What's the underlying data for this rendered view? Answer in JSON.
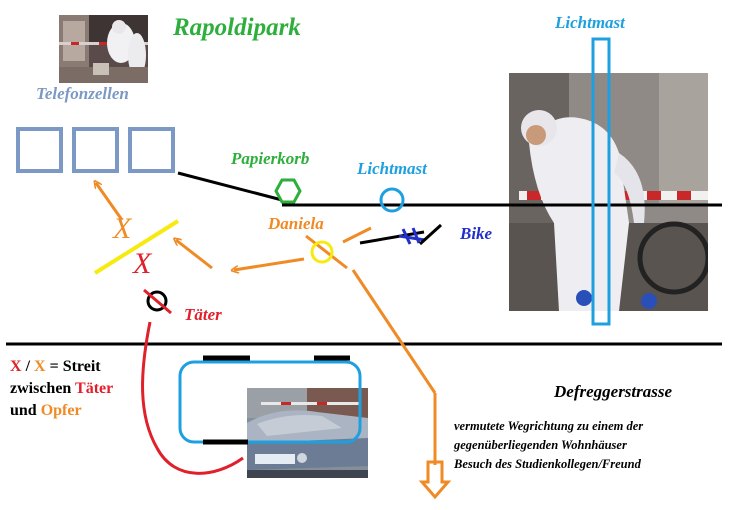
{
  "labels": {
    "park": "Rapoldipark",
    "phone_booths": "Telefonzellen",
    "light_pole_photo": "Lichtmast",
    "light_pole": "Lichtmast",
    "trash_bin": "Papierkorb",
    "daniela": "Daniela",
    "bike": "Bike",
    "perpetrator": "Täter",
    "street": "Defreggerstrasse",
    "x_red": "X",
    "x_orange": "X"
  },
  "legend": {
    "x_red": "X",
    "slash": " / ",
    "x_orange": "X",
    "equals": " = Streit",
    "line2_prefix": "zwischen ",
    "perpetrator": "Täter",
    "line3_prefix": "und ",
    "victim": "Opfer"
  },
  "note": {
    "line1": "vermutete Wegrichtung zu einem der",
    "line2": "gegenüberliegenden Wohnhäuser",
    "line3": "Besuch des Studienkollegen/Freund"
  },
  "colors": {
    "park_green": "#2eae3c",
    "booth_blue": "#7c98c4",
    "cyan": "#1ea0e0",
    "orange": "#f08a24",
    "red": "#e0202a",
    "yellow": "#f6ea10",
    "navy": "#2030c8",
    "black": "#000000"
  },
  "icons": {
    "trash_bin": "hexagon-icon",
    "light_pole": "circle-icon",
    "bike": "crossed-bike-icon",
    "daniela": "target-circle-icon",
    "perpetrator": "crossed-circle-icon",
    "car": "car-outline-icon"
  }
}
